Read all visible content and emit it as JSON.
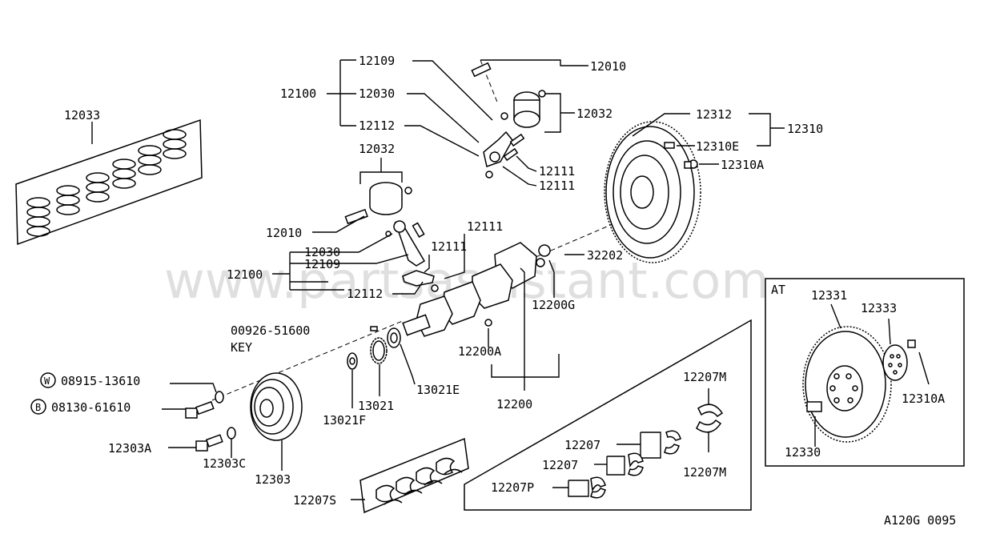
{
  "diagram": {
    "watermark": "www.partsassistant.com",
    "code": "A120G 0095",
    "at_box": {
      "title": "AT"
    },
    "labels": {
      "p12033": "12033",
      "p12109a": "12109",
      "p12100a": "12100",
      "p12030a": "12030",
      "p12112a": "12112",
      "p12010a": "12010",
      "p12032a": "12032",
      "p12111a": "12111",
      "p12111b": "12111",
      "p12032b": "12032",
      "p12010b": "12010",
      "p12030b": "12030",
      "p12109b": "12109",
      "p12100b": "12100",
      "p12112b": "12112",
      "p12111c": "12111",
      "p12111d": "12111",
      "p12312": "12312",
      "p12310": "12310",
      "p12310E": "12310E",
      "p12310Aa": "12310A",
      "p32202": "32202",
      "p12200G": "12200G",
      "p12200A": "12200A",
      "p12200": "12200",
      "key_num": "00926-51600",
      "key_txt": "KEY",
      "w_code": "W",
      "w_num": "08915-13610",
      "b_code": "B",
      "b_num": "08130-61610",
      "p13021E": "13021E",
      "p13021": "13021",
      "p13021F": "13021F",
      "p12303A": "12303A",
      "p12303C": "12303C",
      "p12303": "12303",
      "p12207S": "12207S",
      "p12207a": "12207",
      "p12207b": "12207",
      "p12207P": "12207P",
      "p12207Ma": "12207M",
      "p12207Mb": "12207M",
      "p12331": "12331",
      "p12333": "12333",
      "p12310Ab": "12310A",
      "p12330": "12330"
    }
  }
}
